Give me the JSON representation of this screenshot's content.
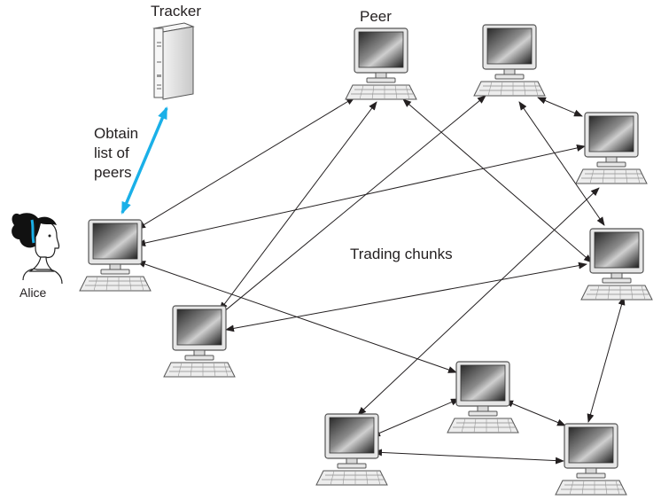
{
  "labels": {
    "tracker": "Tracker",
    "peer": "Peer",
    "obtain_line1": "Obtain",
    "obtain_line2": "list of",
    "obtain_line3": "peers",
    "trading": "Trading chunks",
    "alice": "Alice"
  },
  "nodes": [
    {
      "id": "alice",
      "kind": "person"
    },
    {
      "id": "tracker",
      "kind": "server"
    },
    {
      "id": "alice-pc",
      "kind": "computer"
    },
    {
      "id": "peer-top",
      "kind": "computer"
    },
    {
      "id": "peer-top-right",
      "kind": "computer"
    },
    {
      "id": "peer-right-upper",
      "kind": "computer"
    },
    {
      "id": "peer-right-middle",
      "kind": "computer"
    },
    {
      "id": "peer-left",
      "kind": "computer"
    },
    {
      "id": "peer-center-bottom",
      "kind": "computer"
    },
    {
      "id": "peer-bottom-left",
      "kind": "computer"
    },
    {
      "id": "peer-bottom-right",
      "kind": "computer"
    }
  ],
  "edges": [
    {
      "from": "alice-pc",
      "to": "tracker",
      "style": "highlight"
    },
    {
      "from": "alice-pc",
      "to": "peer-top"
    },
    {
      "from": "alice-pc",
      "to": "peer-right-upper"
    },
    {
      "from": "alice-pc",
      "to": "peer-center-bottom"
    },
    {
      "from": "peer-top",
      "to": "peer-left"
    },
    {
      "from": "peer-top",
      "to": "peer-right-middle"
    },
    {
      "from": "peer-top-right",
      "to": "peer-left"
    },
    {
      "from": "peer-top-right",
      "to": "peer-right-upper"
    },
    {
      "from": "peer-top-right",
      "to": "peer-right-middle"
    },
    {
      "from": "peer-left",
      "to": "peer-right-middle"
    },
    {
      "from": "peer-right-upper",
      "to": "peer-bottom-left"
    },
    {
      "from": "peer-right-middle",
      "to": "peer-bottom-right"
    },
    {
      "from": "peer-center-bottom",
      "to": "peer-bottom-left"
    },
    {
      "from": "peer-center-bottom",
      "to": "peer-bottom-right"
    },
    {
      "from": "peer-bottom-left",
      "to": "peer-bottom-right"
    }
  ],
  "colors": {
    "highlight_arrow": "#1ab0e8",
    "arrow": "#231f20",
    "screen": "#2b2b2b",
    "monitor_body": "#e6e6e6"
  }
}
